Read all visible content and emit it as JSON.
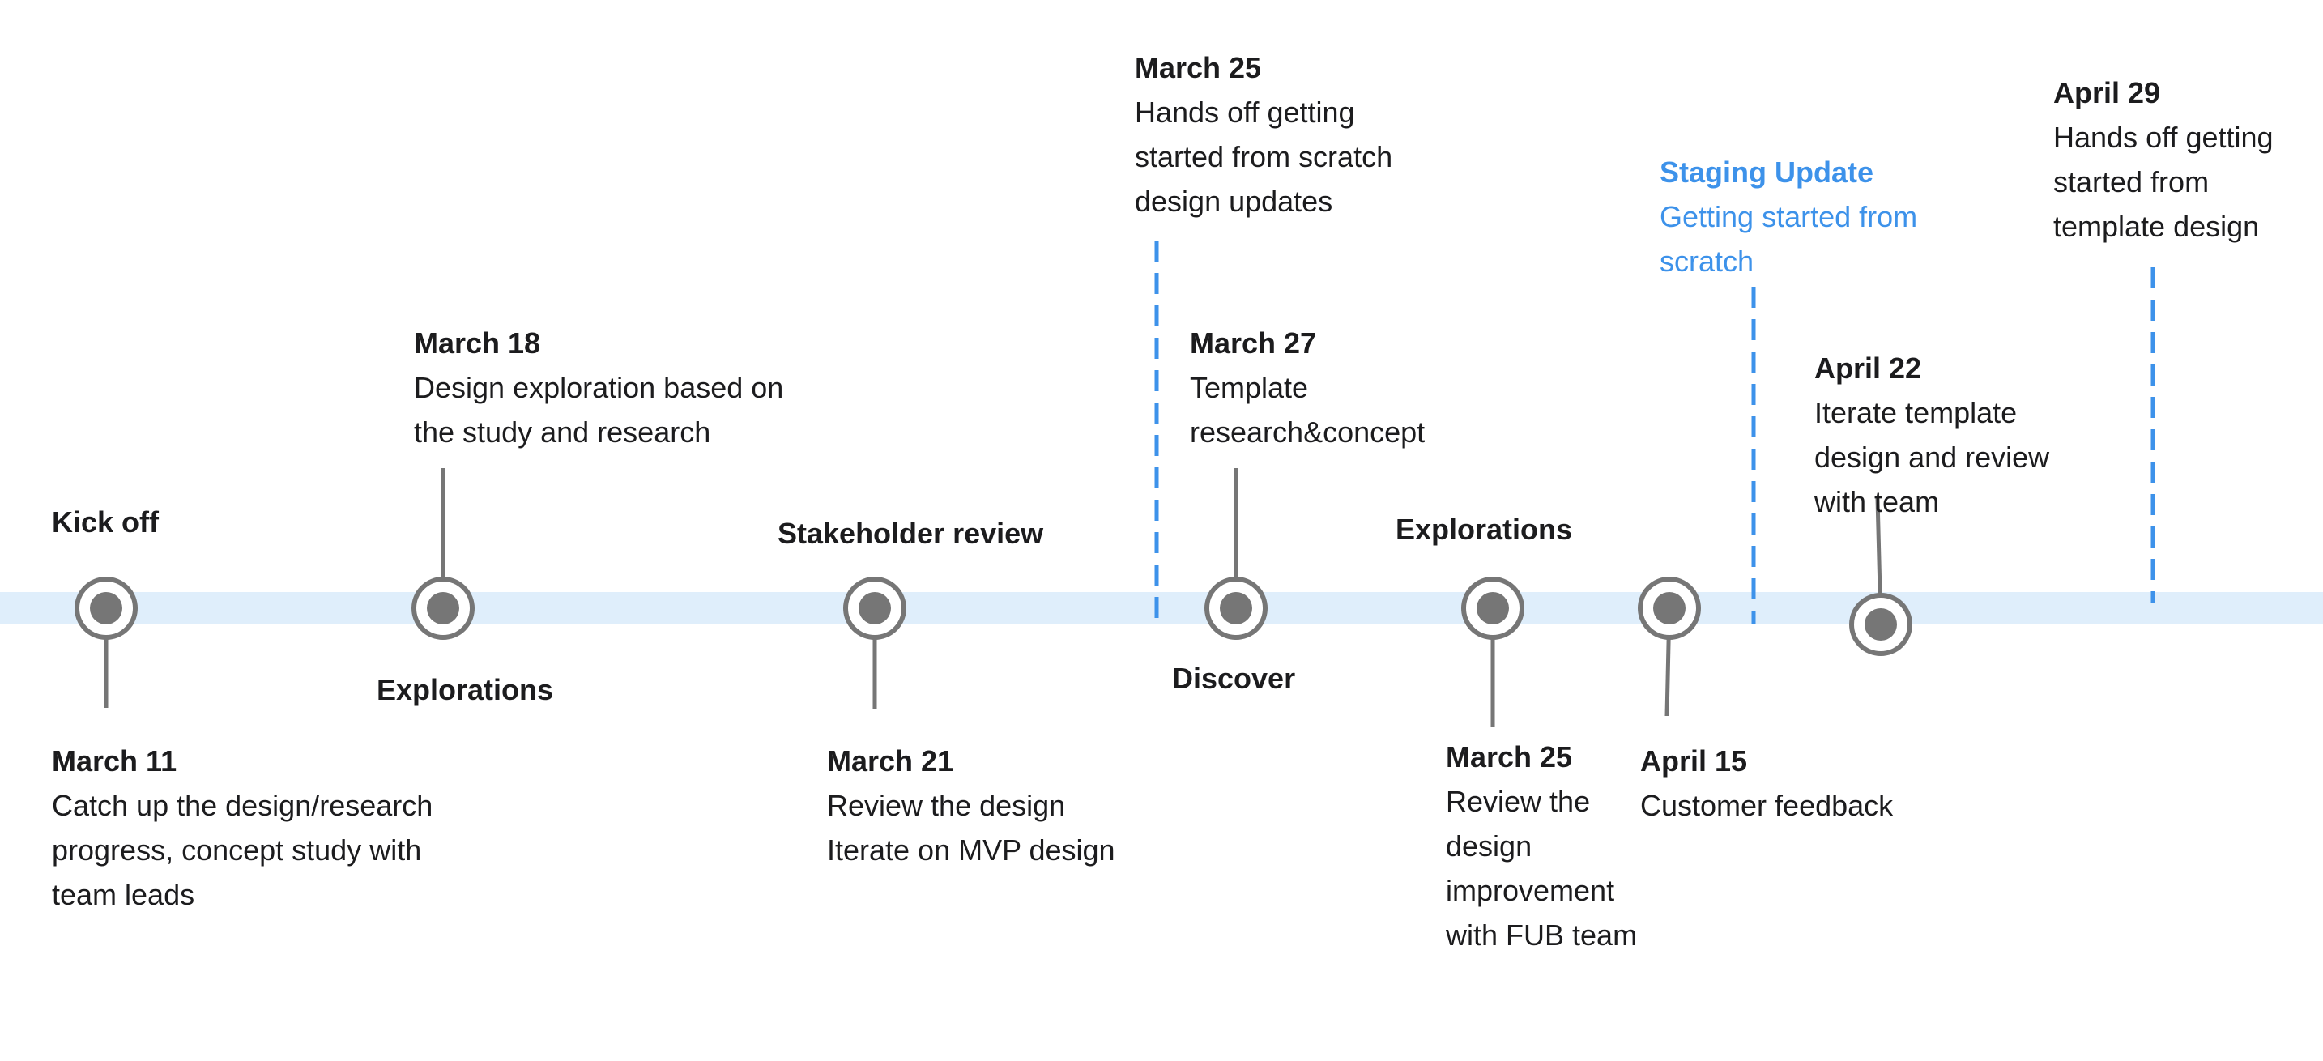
{
  "colors": {
    "band": "#dfeefb",
    "marker": "#767676",
    "accent": "#3d92ea",
    "text": "#1c1c1e"
  },
  "phases": [
    "Kick off",
    "Explorations",
    "Stakeholder review",
    "Discover",
    "Explorations"
  ],
  "notes": [
    {
      "date": "March 11",
      "text": "Catch up the design/research\nprogress, concept study with\nteam leads"
    },
    {
      "date": "March 18",
      "text": "Design exploration based on\nthe study and research"
    },
    {
      "date": "March 21",
      "text": "Review the design\nIterate on MVP design"
    },
    {
      "date": "March 25",
      "text": "Hands off getting\nstarted from scratch\ndesign updates"
    },
    {
      "date": "March 27",
      "text": "Template\nresearch&concept"
    },
    {
      "date": "March 25",
      "text": "Review the\ndesign\nimprovement\nwith FUB team"
    },
    {
      "date": "April 15",
      "text": "Customer feedback"
    },
    {
      "date": "Staging Update",
      "text": "Getting started from\nscratch"
    },
    {
      "date": "April 22",
      "text": "Iterate template\ndesign and review\nwith team"
    },
    {
      "date": "April 29",
      "text": "Hands off getting\nstarted from\ntemplate design"
    }
  ]
}
